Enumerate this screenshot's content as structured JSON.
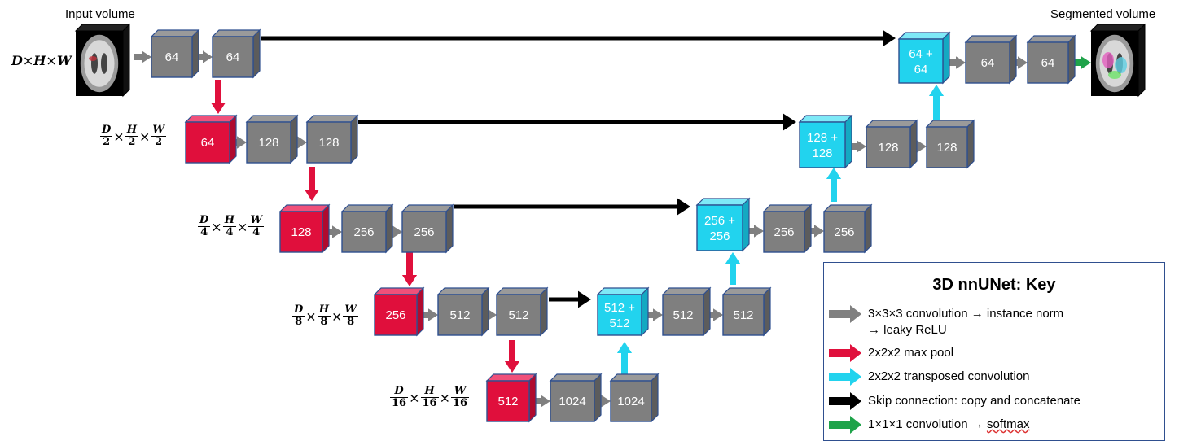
{
  "labels": {
    "input_volume": "Input volume",
    "segmented_volume": "Segmented volume"
  },
  "dims": {
    "level0": {
      "D": "D",
      "H": "H",
      "W": "W"
    },
    "level1": {
      "D": "D",
      "H": "H",
      "W": "W",
      "den": "2"
    },
    "level2": {
      "D": "D",
      "H": "H",
      "W": "W",
      "den": "4"
    },
    "level3": {
      "D": "D",
      "H": "H",
      "W": "W",
      "den": "8"
    },
    "level4": {
      "D": "D",
      "H": "H",
      "W": "W",
      "den": "16"
    },
    "times": "×"
  },
  "blocks": [
    {
      "id": "e0a",
      "label": "64",
      "kind": "conv"
    },
    {
      "id": "e0b",
      "label": "64",
      "kind": "conv"
    },
    {
      "id": "p1",
      "label": "64",
      "kind": "pool"
    },
    {
      "id": "e1a",
      "label": "128",
      "kind": "conv"
    },
    {
      "id": "e1b",
      "label": "128",
      "kind": "conv"
    },
    {
      "id": "p2",
      "label": "128",
      "kind": "pool"
    },
    {
      "id": "e2a",
      "label": "256",
      "kind": "conv"
    },
    {
      "id": "e2b",
      "label": "256",
      "kind": "conv"
    },
    {
      "id": "p3",
      "label": "256",
      "kind": "pool"
    },
    {
      "id": "e3a",
      "label": "512",
      "kind": "conv"
    },
    {
      "id": "e3b",
      "label": "512",
      "kind": "conv"
    },
    {
      "id": "p4",
      "label": "512",
      "kind": "pool"
    },
    {
      "id": "b1",
      "label": "1024",
      "kind": "conv"
    },
    {
      "id": "b2",
      "label": "1024",
      "kind": "conv"
    },
    {
      "id": "u3",
      "label": "512 +",
      "label2": "512",
      "kind": "up"
    },
    {
      "id": "d3a",
      "label": "512",
      "kind": "conv"
    },
    {
      "id": "d3b",
      "label": "512",
      "kind": "conv"
    },
    {
      "id": "u2",
      "label": "256 +",
      "label2": "256",
      "kind": "up"
    },
    {
      "id": "d2a",
      "label": "256",
      "kind": "conv"
    },
    {
      "id": "d2b",
      "label": "256",
      "kind": "conv"
    },
    {
      "id": "u1",
      "label": "128 +",
      "label2": "128",
      "kind": "up"
    },
    {
      "id": "d1a",
      "label": "128",
      "kind": "conv"
    },
    {
      "id": "d1b",
      "label": "128",
      "kind": "conv"
    },
    {
      "id": "u0",
      "label": "64 +",
      "label2": "64",
      "kind": "up"
    },
    {
      "id": "d0a",
      "label": "64",
      "kind": "conv"
    },
    {
      "id": "d0b",
      "label": "64",
      "kind": "conv"
    }
  ],
  "colors": {
    "conv_face": "#7f7f7f",
    "conv_top": "#9a9a9a",
    "conv_side": "#5c5c5c",
    "pool_face": "#e00f3c",
    "pool_top": "#f0507a",
    "pool_side": "#b00a2e",
    "up_face": "#22d3ee",
    "up_top": "#7ee9f7",
    "up_side": "#14a9c2",
    "edge": "#2f4f8f",
    "arrow_conv": "#808080",
    "arrow_pool": "#e0103c",
    "arrow_up": "#22d3ee",
    "arrow_skip": "#000000",
    "arrow_final": "#1fa34a"
  },
  "key": {
    "title": "3D nnUNet: Key",
    "items": [
      {
        "color": "#808080",
        "text": "3×3×3 convolution → instance norm",
        "text2": "→ leaky ReLU"
      },
      {
        "color": "#e0103c",
        "text": "2x2x2 max pool"
      },
      {
        "color": "#22d3ee",
        "text": "2x2x2 transposed convolution"
      },
      {
        "color": "#000000",
        "text": "Skip connection: copy and concatenate"
      },
      {
        "color": "#1fa34a",
        "text": "1×1×1 convolution → ",
        "text_sq": "softmax"
      }
    ]
  }
}
